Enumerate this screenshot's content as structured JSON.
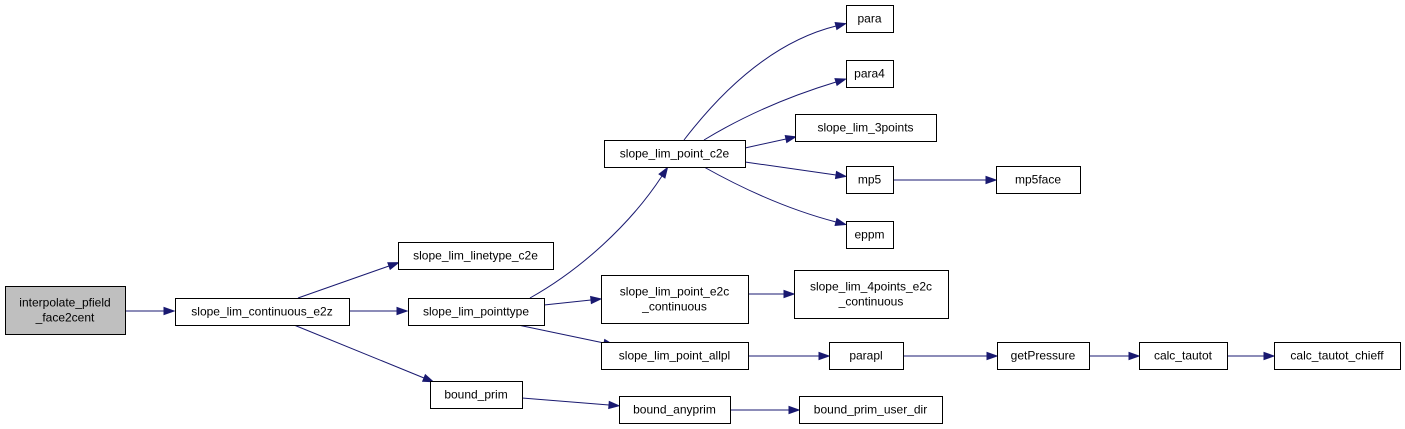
{
  "graph": {
    "colors": {
      "edge": "#191970",
      "node_border": "#000000",
      "root_fill": "#bfbfbf",
      "node_fill": "#ffffff"
    },
    "nodes": {
      "interpolate_pfield_face2cent": {
        "lines": [
          "interpolate_pfield",
          "_face2cent"
        ],
        "root": true
      },
      "slope_lim_continuous_e2z": {
        "lines": [
          "slope_lim_continuous_e2z"
        ]
      },
      "slope_lim_linetype_c2e": {
        "lines": [
          "slope_lim_linetype_c2e"
        ]
      },
      "slope_lim_pointtype": {
        "lines": [
          "slope_lim_pointtype"
        ]
      },
      "bound_prim": {
        "lines": [
          "bound_prim"
        ]
      },
      "slope_lim_point_c2e": {
        "lines": [
          "slope_lim_point_c2e"
        ]
      },
      "slope_lim_point_e2c_continuous": {
        "lines": [
          "slope_lim_point_e2c",
          "_continuous"
        ]
      },
      "slope_lim_point_allpl": {
        "lines": [
          "slope_lim_point_allpl"
        ]
      },
      "bound_anyprim": {
        "lines": [
          "bound_anyprim"
        ]
      },
      "para": {
        "lines": [
          "para"
        ]
      },
      "para4": {
        "lines": [
          "para4"
        ]
      },
      "slope_lim_3points": {
        "lines": [
          "slope_lim_3points"
        ]
      },
      "mp5": {
        "lines": [
          "mp5"
        ]
      },
      "eppm": {
        "lines": [
          "eppm"
        ]
      },
      "slope_lim_4points_e2c_continuous": {
        "lines": [
          "slope_lim_4points_e2c",
          "_continuous"
        ]
      },
      "parapl": {
        "lines": [
          "parapl"
        ]
      },
      "bound_prim_user_dir": {
        "lines": [
          "bound_prim_user_dir"
        ]
      },
      "mp5face": {
        "lines": [
          "mp5face"
        ]
      },
      "getPressure": {
        "lines": [
          "getPressure"
        ]
      },
      "calc_tautot": {
        "lines": [
          "calc_tautot"
        ]
      },
      "calc_tautot_chieff": {
        "lines": [
          "calc_tautot_chieff"
        ]
      }
    },
    "edges": [
      {
        "from": "interpolate_pfield_face2cent",
        "to": "slope_lim_continuous_e2z"
      },
      {
        "from": "slope_lim_continuous_e2z",
        "to": "slope_lim_linetype_c2e"
      },
      {
        "from": "slope_lim_continuous_e2z",
        "to": "slope_lim_pointtype"
      },
      {
        "from": "slope_lim_continuous_e2z",
        "to": "bound_prim"
      },
      {
        "from": "slope_lim_pointtype",
        "to": "slope_lim_point_c2e"
      },
      {
        "from": "slope_lim_pointtype",
        "to": "slope_lim_point_e2c_continuous"
      },
      {
        "from": "slope_lim_pointtype",
        "to": "slope_lim_point_allpl"
      },
      {
        "from": "slope_lim_point_c2e",
        "to": "para"
      },
      {
        "from": "slope_lim_point_c2e",
        "to": "para4"
      },
      {
        "from": "slope_lim_point_c2e",
        "to": "slope_lim_3points"
      },
      {
        "from": "slope_lim_point_c2e",
        "to": "mp5"
      },
      {
        "from": "slope_lim_point_c2e",
        "to": "eppm"
      },
      {
        "from": "mp5",
        "to": "mp5face"
      },
      {
        "from": "slope_lim_point_e2c_continuous",
        "to": "slope_lim_4points_e2c_continuous"
      },
      {
        "from": "slope_lim_point_allpl",
        "to": "parapl"
      },
      {
        "from": "parapl",
        "to": "getPressure"
      },
      {
        "from": "getPressure",
        "to": "calc_tautot"
      },
      {
        "from": "calc_tautot",
        "to": "calc_tautot_chieff"
      },
      {
        "from": "bound_prim",
        "to": "bound_anyprim"
      },
      {
        "from": "bound_anyprim",
        "to": "bound_prim_user_dir"
      }
    ]
  }
}
